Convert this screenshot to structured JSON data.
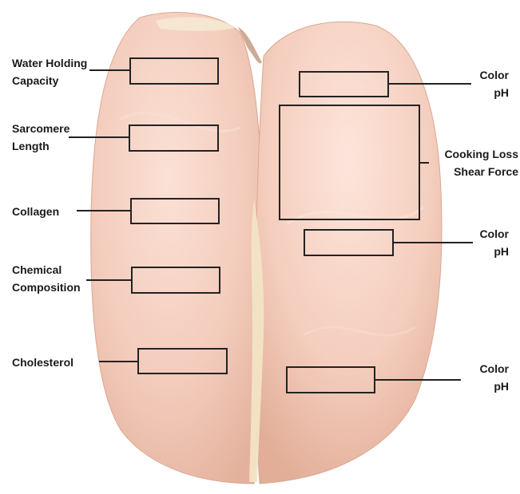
{
  "figure": {
    "left_labels": [
      {
        "lines": [
          "Water Holding",
          "Capacity"
        ]
      },
      {
        "lines": [
          "Sarcomere",
          "Length"
        ]
      },
      {
        "lines": [
          "Collagen"
        ]
      },
      {
        "lines": [
          "Chemical",
          "Composition"
        ]
      },
      {
        "lines": [
          "Cholesterol"
        ]
      }
    ],
    "right_labels": [
      {
        "lines": [
          "Color",
          "pH"
        ]
      },
      {
        "lines": [
          "Cooking Loss",
          "Shear Force"
        ]
      },
      {
        "lines": [
          "Color",
          "pH"
        ]
      },
      {
        "lines": [
          "Color",
          "pH"
        ]
      }
    ],
    "colors": {
      "meat_base": "#f4cdbd",
      "meat_shadow": "#e6b4a1",
      "fat": "#f3e6c9",
      "box_stroke": "#222222"
    }
  }
}
